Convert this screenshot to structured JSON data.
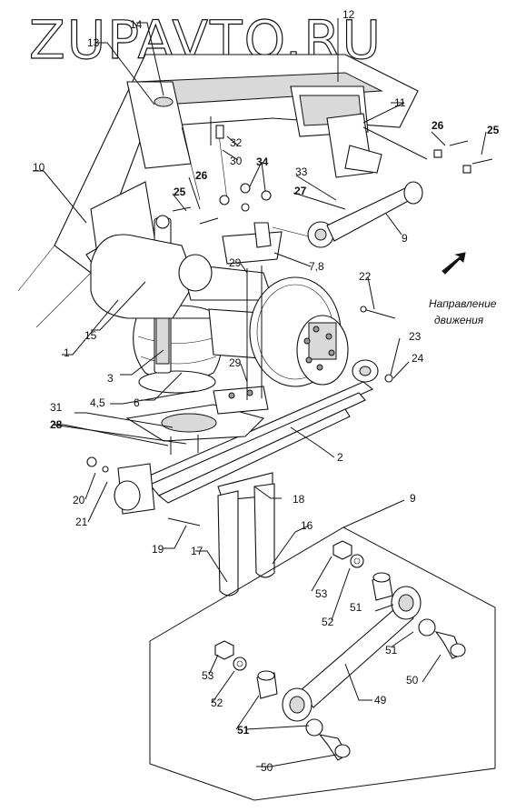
{
  "watermark": "ZUPAVTO.RU",
  "direction": {
    "line1": "Направление",
    "line2": "движения",
    "arrow_icon": "direction-arrow-icon"
  },
  "callouts": {
    "c1": "1",
    "c2": "2",
    "c3": "3",
    "c45": "4,5",
    "c6": "6",
    "c78": "7,8",
    "c9a": "9",
    "c9b": "9",
    "c10": "10",
    "c11": "11",
    "c12": "12",
    "c13": "13",
    "c14": "14",
    "c15": "15",
    "c16": "16",
    "c17": "17",
    "c18": "18",
    "c19": "19",
    "c20": "20",
    "c21": "21",
    "c22": "22",
    "c23": "23",
    "c24": "24",
    "c25a": "25",
    "c25b": "25",
    "c26a": "26",
    "c26b": "26",
    "c27": "27",
    "c28": "28",
    "c29a": "29",
    "c29b": "29",
    "c30": "30",
    "c31": "31",
    "c32": "32",
    "c33": "33",
    "c34": "34",
    "c49": "49",
    "c50a": "50",
    "c50b": "50",
    "c51a": "51",
    "c51b": "51",
    "c51c": "51",
    "c52a": "52",
    "c52b": "52",
    "c53a": "53",
    "c53b": "53"
  }
}
